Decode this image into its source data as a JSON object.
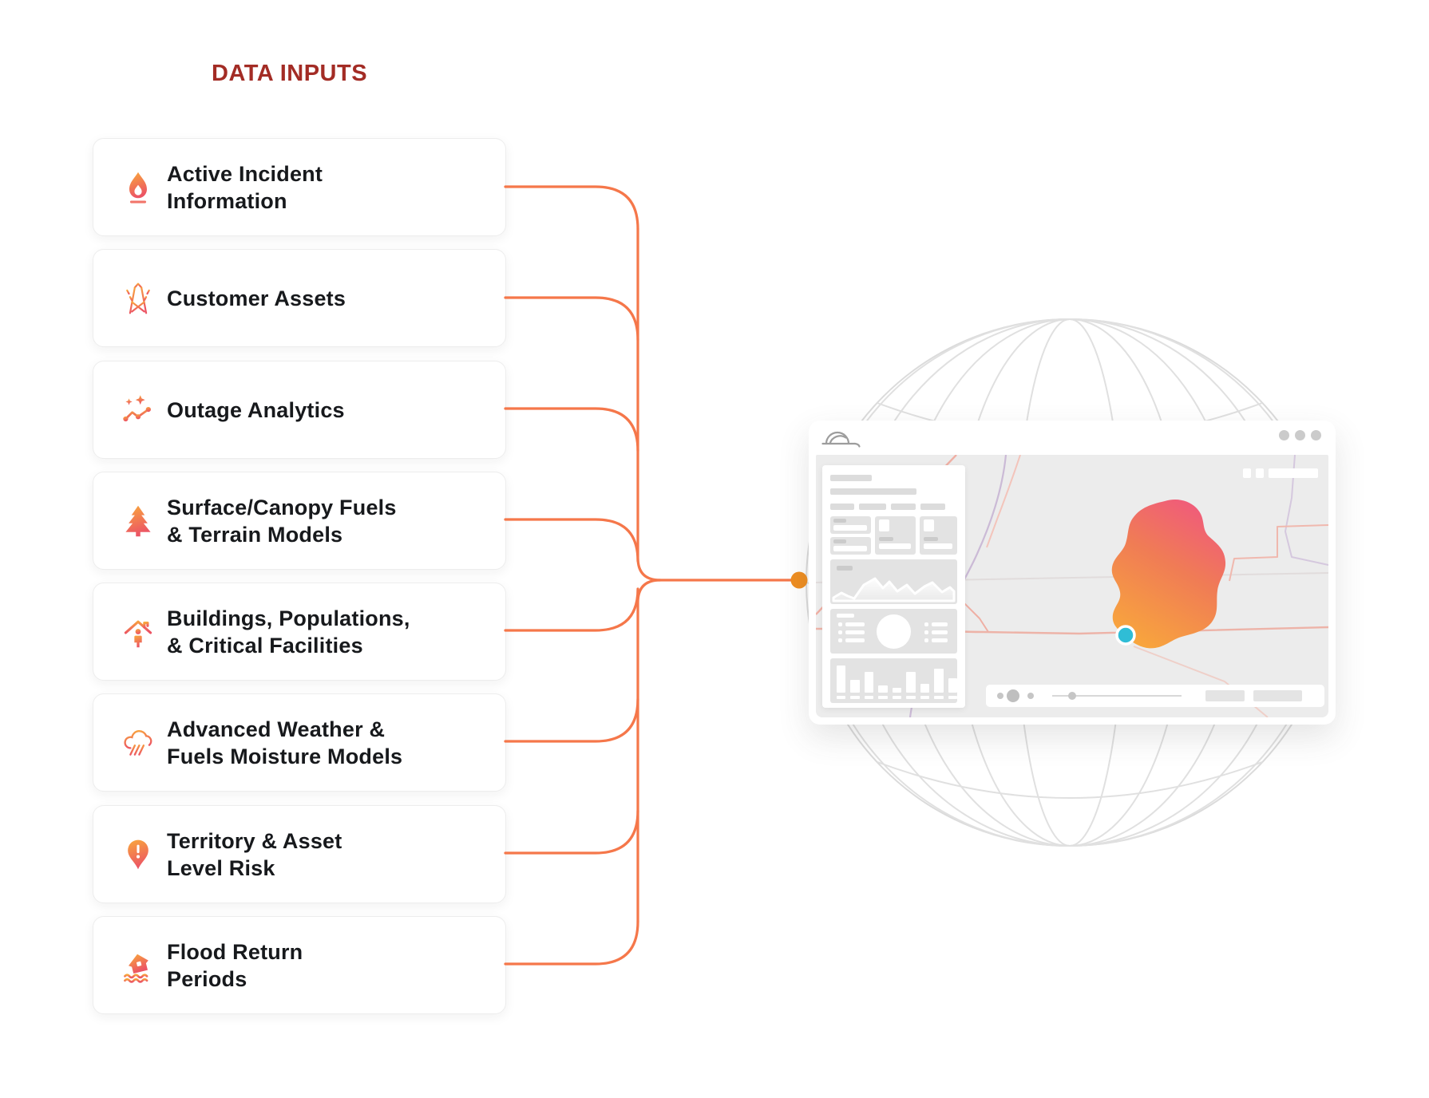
{
  "title": "DATA INPUTS",
  "colors": {
    "title_text": "#A32C25",
    "connector_line": "#F5774A",
    "connector_node": "#EF8E21",
    "icon_gradient_top": "#F9A83C",
    "icon_gradient_bottom": "#EC5564",
    "blob_gradient_top": "#F0597D",
    "blob_gradient_bottom": "#F8A53D",
    "map_marker_teal": "#2FBDD6",
    "globe_line": "#E0E0E0"
  },
  "cards": [
    {
      "icon": "flame-icon",
      "label": "Active Incident\nInformation"
    },
    {
      "icon": "power-tower-icon",
      "label": "Customer Assets"
    },
    {
      "icon": "outage-analytics-icon",
      "label": "Outage Analytics"
    },
    {
      "icon": "pine-tree-icon",
      "label": "Surface/Canopy Fuels\n& Terrain Models"
    },
    {
      "icon": "building-population-icon",
      "label": "Buildings, Populations,\n& Critical Facilities"
    },
    {
      "icon": "rain-cloud-icon",
      "label": "Advanced Weather &\nFuels Moisture Models"
    },
    {
      "icon": "risk-pin-icon",
      "label": "Territory & Asset\nLevel Risk"
    },
    {
      "icon": "flood-house-icon",
      "label": "Flood Return\nPeriods"
    }
  ],
  "browser": {
    "logo_icon": "dome-logo-icon",
    "window_controls": "three-dots",
    "map_marker": "incident-location-dot",
    "map_overlay": "fire-spread-blob"
  }
}
